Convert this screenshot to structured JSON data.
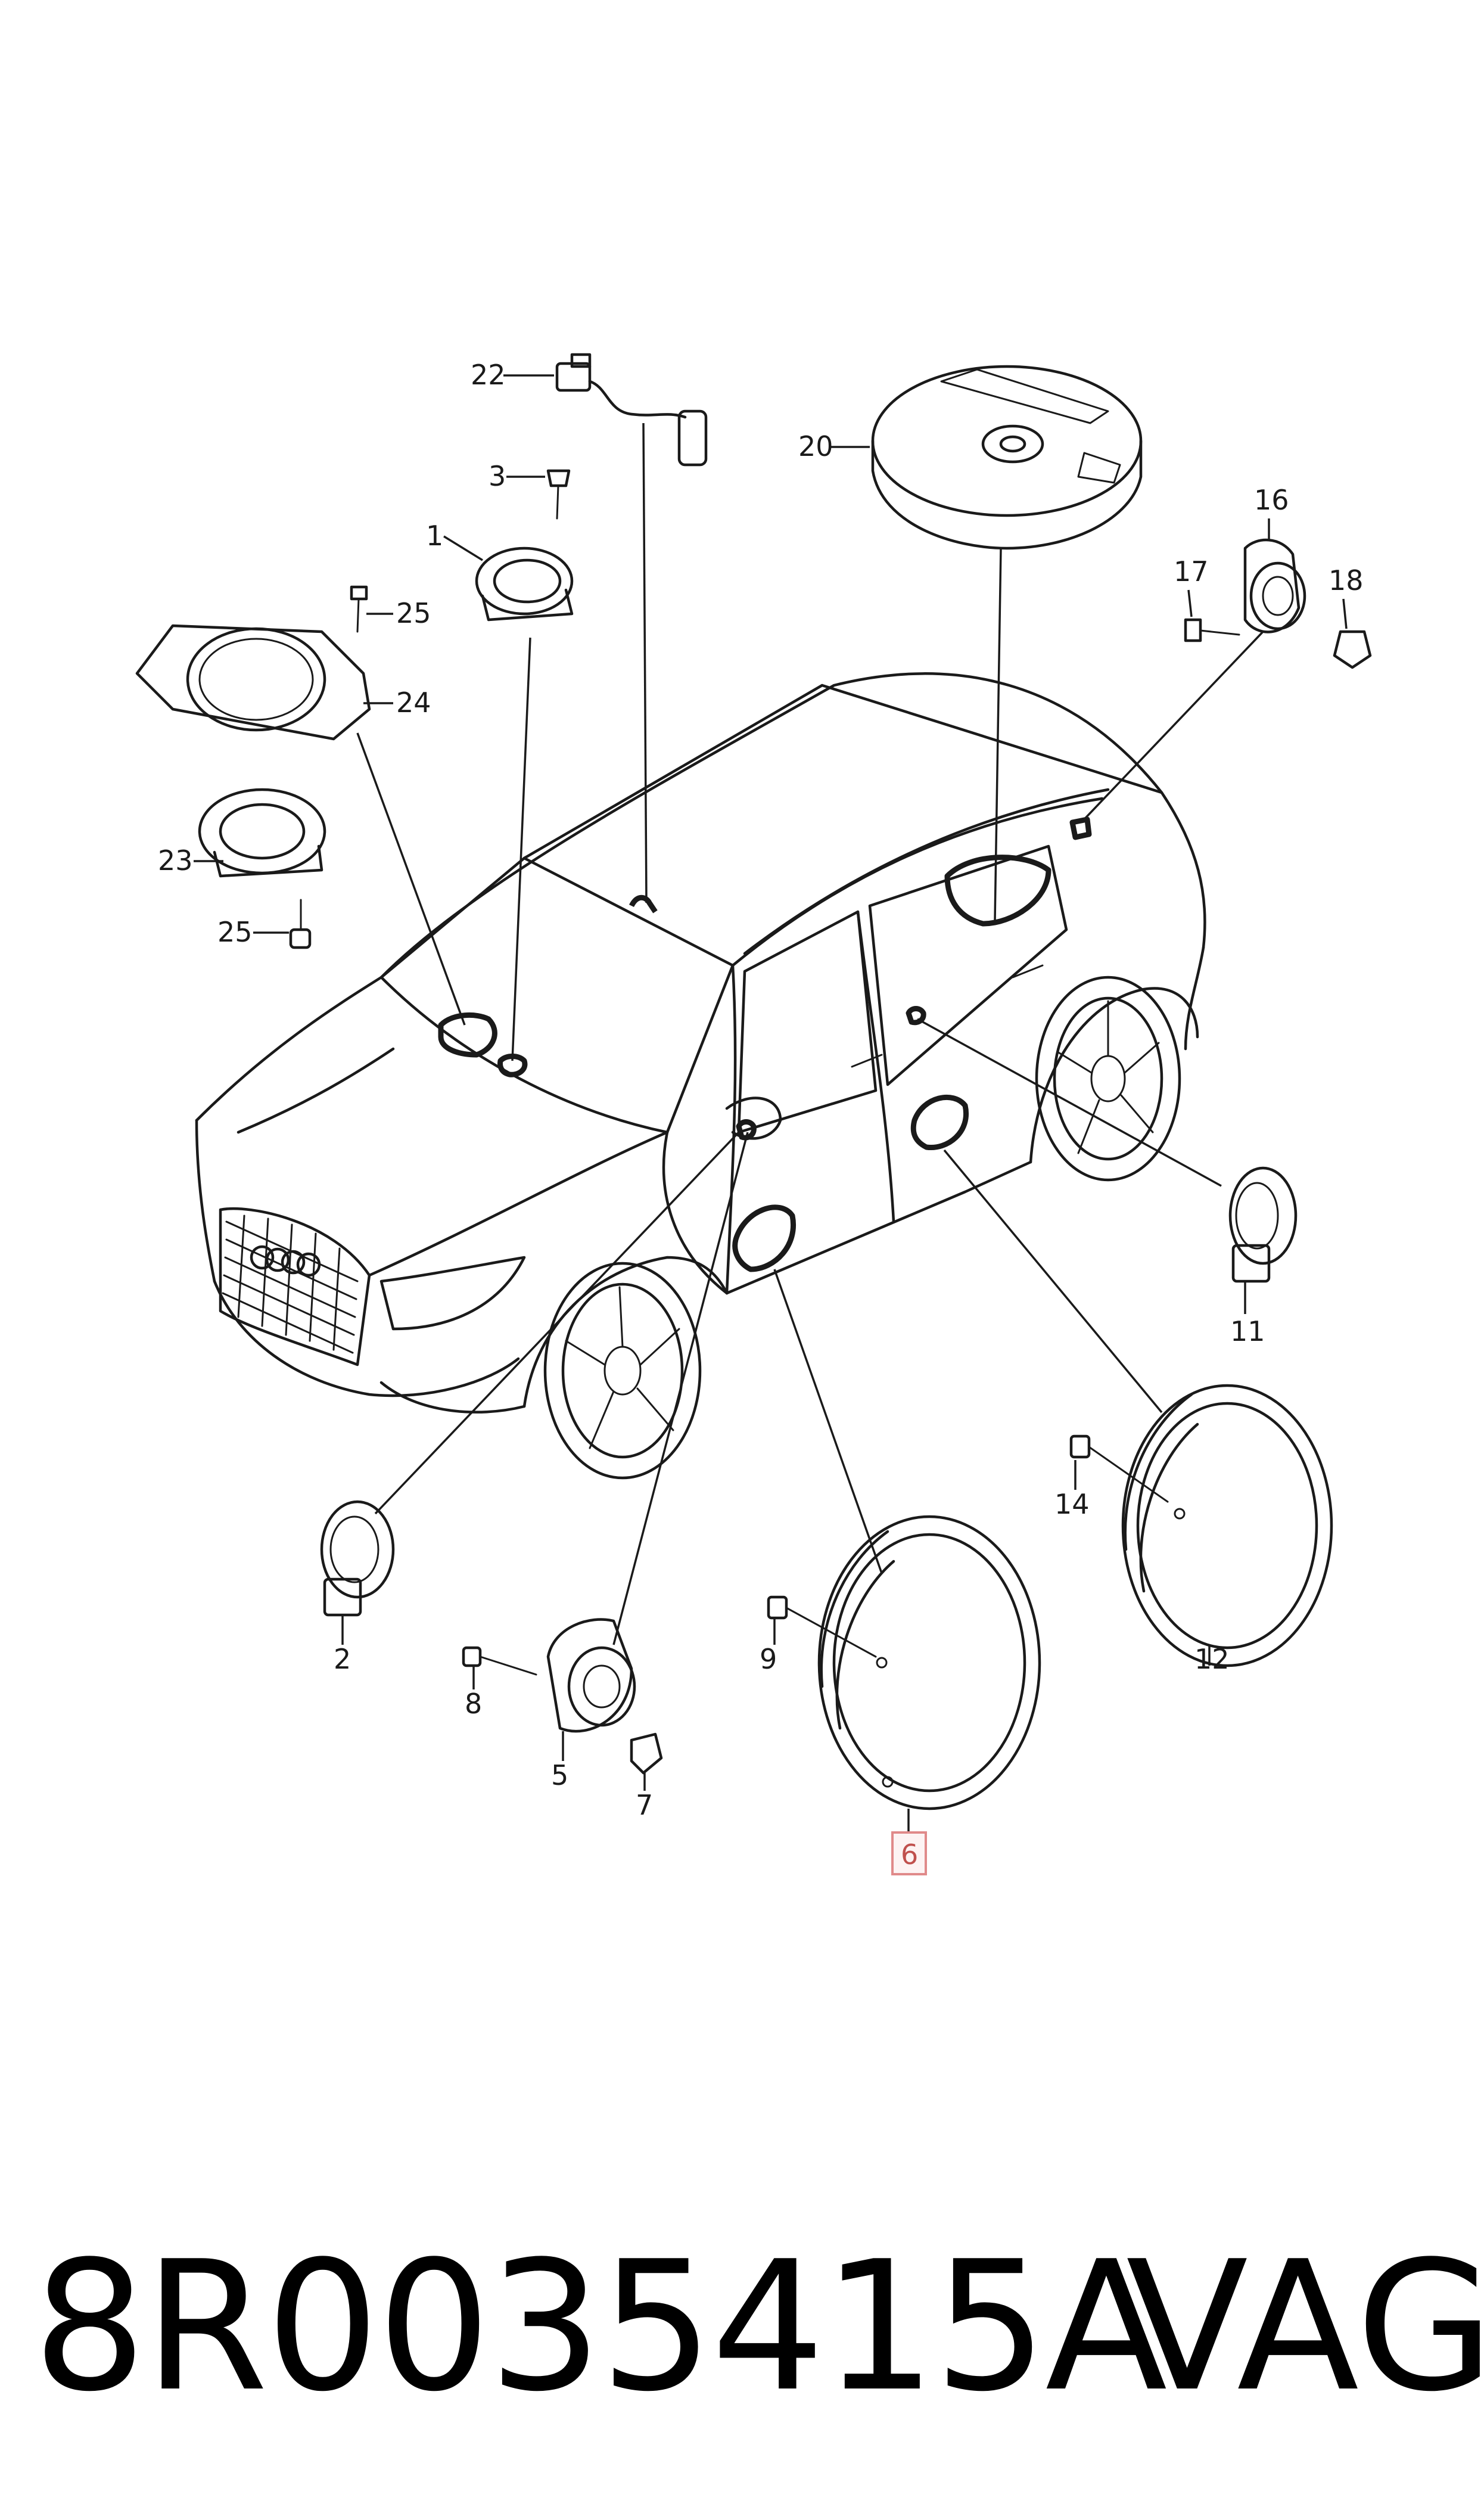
{
  "diagram": {
    "callouts": [
      {
        "id": "1",
        "text": "1"
      },
      {
        "id": "2",
        "text": "2"
      },
      {
        "id": "3",
        "text": "3"
      },
      {
        "id": "5",
        "text": "5"
      },
      {
        "id": "6",
        "text": "6"
      },
      {
        "id": "7",
        "text": "7"
      },
      {
        "id": "8",
        "text": "8"
      },
      {
        "id": "9",
        "text": "9"
      },
      {
        "id": "11",
        "text": "11"
      },
      {
        "id": "12",
        "text": "12"
      },
      {
        "id": "14",
        "text": "14"
      },
      {
        "id": "16",
        "text": "16"
      },
      {
        "id": "17",
        "text": "17"
      },
      {
        "id": "18",
        "text": "18"
      },
      {
        "id": "20",
        "text": "20"
      },
      {
        "id": "22",
        "text": "22"
      },
      {
        "id": "23",
        "text": "23"
      },
      {
        "id": "24",
        "text": "24"
      },
      {
        "id": "25a",
        "text": "25"
      },
      {
        "id": "25b",
        "text": "25"
      }
    ],
    "highlighted_callout": "6",
    "highlight_color": "#e08a8a"
  },
  "footer": {
    "part_number": "8R0035415A",
    "brand": "VAG"
  }
}
